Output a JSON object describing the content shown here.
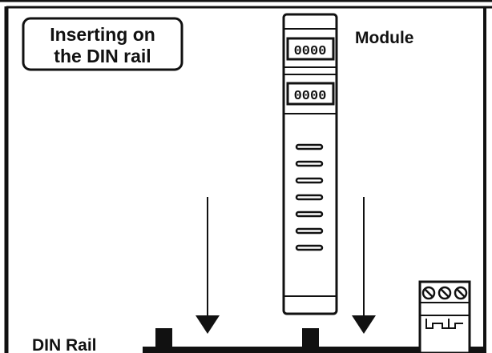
{
  "title": {
    "line1": "Inserting on",
    "line2": "the DIN rail"
  },
  "labels": {
    "module": "Module",
    "din_rail": "DIN Rail"
  },
  "module": {
    "terminal_top": "0000",
    "terminal_bottom": "0000",
    "vent_slot_count": 7
  },
  "connector": {
    "screw_count": 3
  },
  "colors": {
    "ink": "#111111",
    "background": "#ffffff"
  }
}
